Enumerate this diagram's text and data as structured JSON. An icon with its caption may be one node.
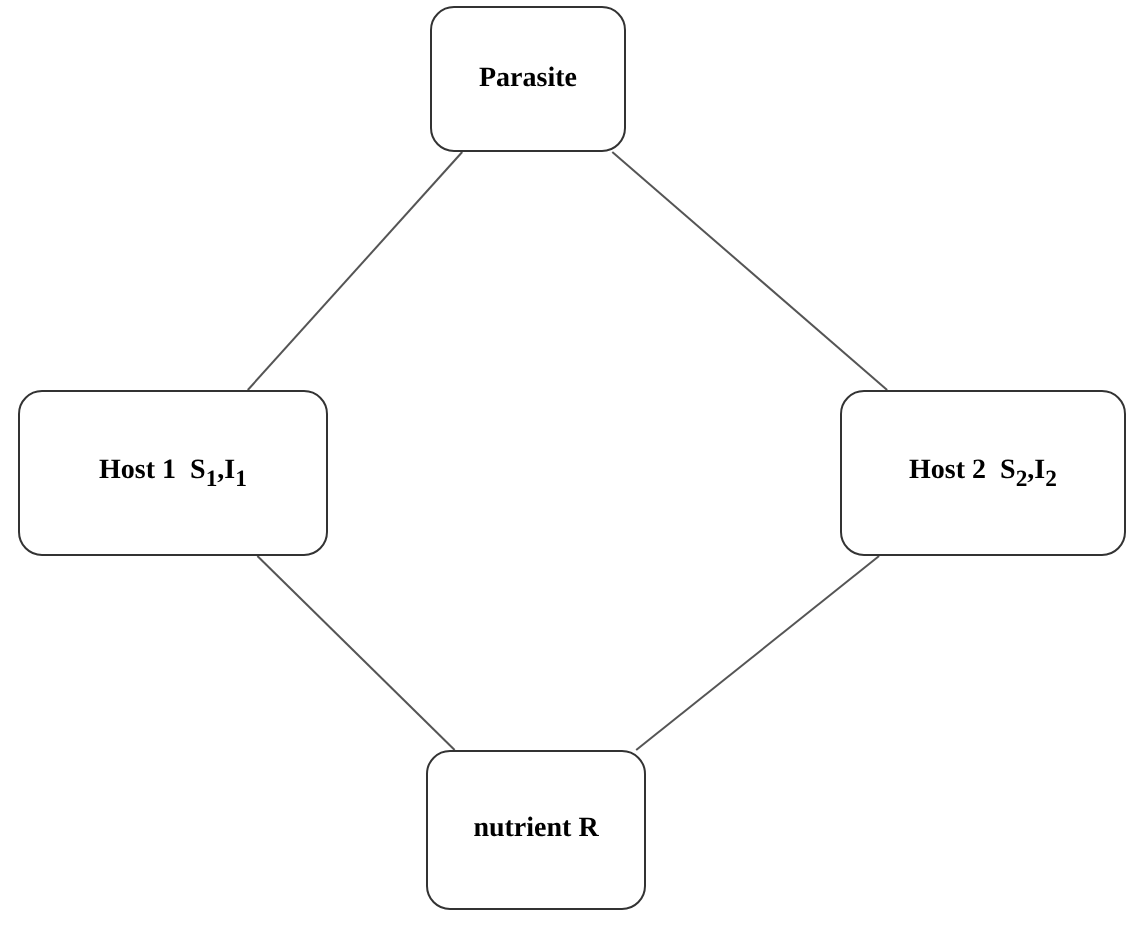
{
  "diagram": {
    "nodes": [
      {
        "text": [
          "Parasite"
        ]
      },
      {
        "text": [
          "Host 1  S$_{1}$,I$_{1}$"
        ]
      },
      {
        "text": [
          "Host 2  S$_{2}$,I$_{2}$"
        ]
      },
      {
        "text": [
          "nutrient R"
        ]
      }
    ],
    "edges": [
      {
        "from": 0,
        "to": 1,
        "arrow": "none"
      },
      {
        "from": 0,
        "to": 2,
        "arrow": "none"
      },
      {
        "from": 1,
        "to": 3,
        "arrow": "none"
      },
      {
        "from": 2,
        "to": 3,
        "arrow": "none"
      }
    ]
  }
}
